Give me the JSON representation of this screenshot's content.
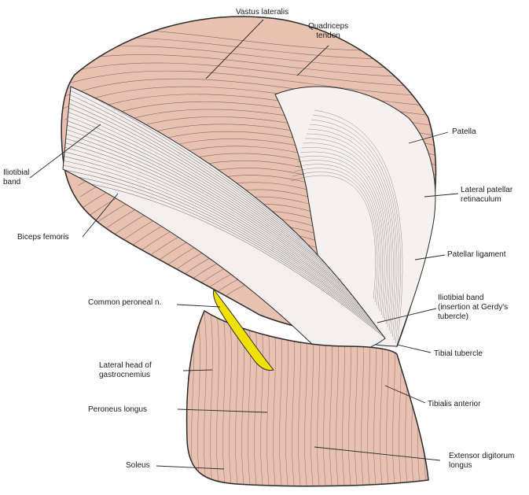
{
  "diagram": {
    "colors": {
      "muscle": "#e8c1b0",
      "muscle_shadow": "#d9a593",
      "tendon": "#f2f0ee",
      "nerve": "#f2e000",
      "line": "#2a2a2a"
    },
    "labels": {
      "vastus_lateralis": "Vastus lateralis",
      "quadriceps_tendon": [
        "Quadriceps",
        "tendon"
      ],
      "patella": "Patella",
      "iliotibial_band": [
        "Iliotibial",
        "band"
      ],
      "lateral_patellar_retinaculum": [
        "Lateral patellar",
        "retinaculum"
      ],
      "biceps_femoris": "Biceps femoris",
      "patellar_ligament": "Patellar ligament",
      "common_peroneal_nerve": "Common peroneal n.",
      "iliotibial_band_insertion": [
        "Iliotibial band",
        "(insertion at Gerdy's",
        "tubercle)"
      ],
      "tibial_tubercle": "Tibial tubercle",
      "lateral_head_gastrocnemius": [
        "Lateral head of",
        "gastrocnemius"
      ],
      "tibialis_anterior": "Tibialis anterior",
      "peroneus_longus": "Peroneus longus",
      "extensor_digitorum_longus": [
        "Extensor digitorum",
        "longus"
      ],
      "soleus": "Soleus"
    }
  }
}
